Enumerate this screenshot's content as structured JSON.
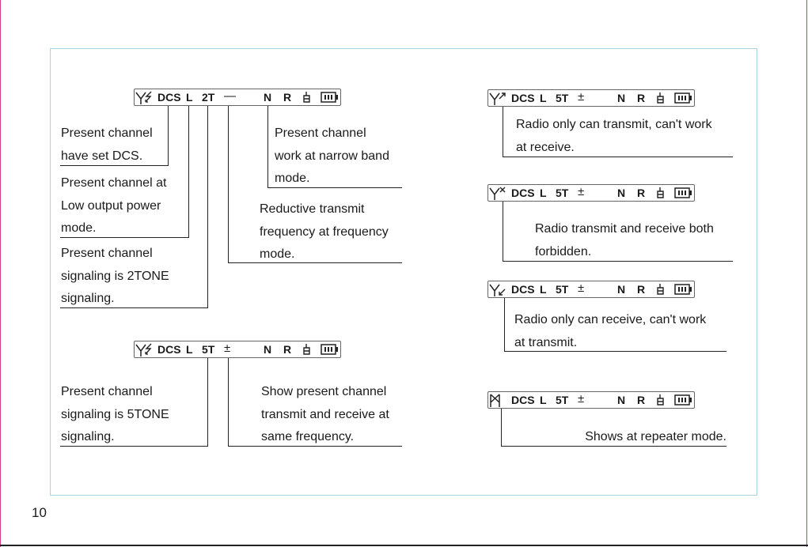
{
  "page_number": "10",
  "lcd": {
    "dcs": "DCS",
    "power": "L",
    "tone_2t": "2T",
    "tone_5t": "5T",
    "dash": "—",
    "plusminus": "±",
    "narrow": "N",
    "reverse": "R"
  },
  "notes": {
    "dcs": [
      "Present channel",
      "have set DCS."
    ],
    "low_power": [
      "Present channel at",
      "Low output power",
      "mode."
    ],
    "two_tone": [
      "Present channel",
      "signaling is 2TONE",
      "signaling."
    ],
    "narrow_band": [
      "Present channel",
      "work at narrow band",
      "mode."
    ],
    "reductive": [
      "Reductive transmit",
      "frequency at frequency",
      "mode."
    ],
    "five_tone": [
      "Present channel",
      "signaling is 5TONE",
      "signaling."
    ],
    "same_freq": [
      "Show present channel",
      "transmit and receive at",
      "same frequency."
    ],
    "transmit_only": [
      "Radio only can transmit, can't work",
      "at receive."
    ],
    "both_forbidden": [
      "Radio transmit and receive both",
      "forbidden."
    ],
    "receive_only": [
      "Radio only can receive, can't work",
      "at transmit."
    ],
    "repeater": [
      "Shows at repeater mode."
    ]
  }
}
